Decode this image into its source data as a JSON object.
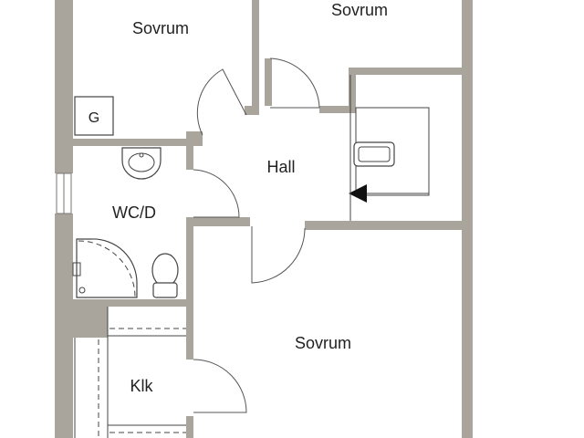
{
  "rooms": {
    "bedroom_top_left": "Sovrum",
    "bedroom_top_right": "Sovrum",
    "hall": "Hall",
    "wc_shower": "WC/D",
    "bedroom_large": "Sovrum",
    "closet": "Klk"
  },
  "fixtures": {
    "wardrobe_label": "G"
  },
  "colors": {
    "wall": "#aaa59c",
    "background": "#ffffff",
    "line": "#444444"
  }
}
